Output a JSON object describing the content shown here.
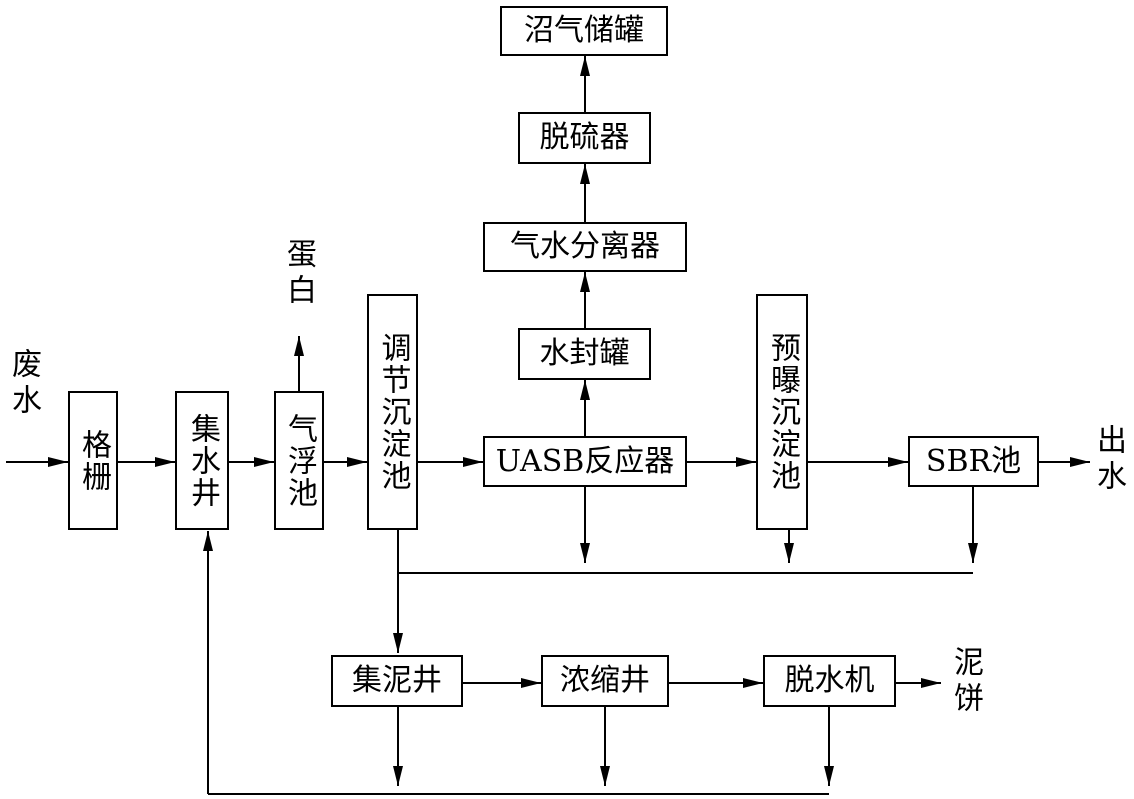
{
  "boxes": {
    "grid": "格栅",
    "collection_well": "集水井",
    "air_flotation": "气浮池",
    "regulating_tank": "调节沉淀池",
    "uasb": "UASB反应器",
    "water_seal_tank": "水封罐",
    "gas_water_separator": "气水分离器",
    "desulfurizer": "脱硫器",
    "biogas_tank": "沼气储罐",
    "pre_aeration_tank": "预曝沉淀池",
    "sbr": "SBR池",
    "sludge_well": "集泥井",
    "thickening_well": "浓缩井",
    "dewatering_machine": "脱水机"
  },
  "labels": {
    "wastewater": "废水",
    "protein": "蛋白",
    "effluent": "出水",
    "sludge_cake": "泥饼"
  }
}
